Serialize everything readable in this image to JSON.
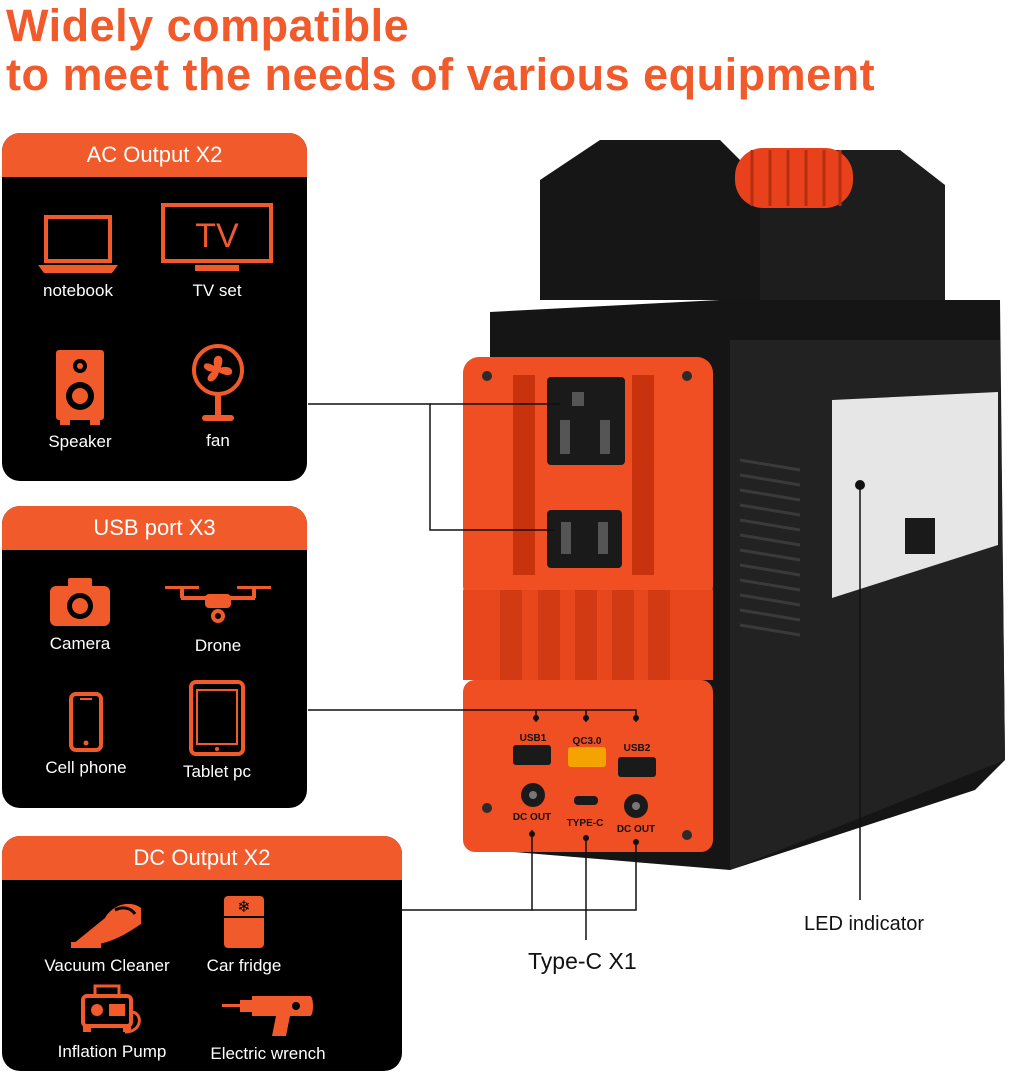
{
  "headline": {
    "line1": "Widely compatible",
    "line2": "to meet the needs of various equipment"
  },
  "panels": {
    "ac": {
      "title": "AC Output  X2",
      "items": [
        "notebook",
        "TV set",
        "Speaker",
        "fan"
      ],
      "tv_glyph": "TV"
    },
    "usb": {
      "title": "USB port  X3",
      "items": [
        "Camera",
        "Drone",
        "Cell phone",
        "Tablet pc"
      ]
    },
    "dc": {
      "title": "DC Output  X2",
      "items": [
        "Vacuum Cleaner",
        "Car fridge",
        "Inflation Pump",
        "Electric wrench"
      ]
    }
  },
  "device": {
    "port_labels": {
      "usb1": "USB1",
      "qc": "QC3.0",
      "usb2": "USB2",
      "dc_left": "DC OUT",
      "typec": "TYPE-C",
      "dc_right": "DC OUT"
    }
  },
  "callouts": {
    "typec": "Type-C  X1",
    "led": "LED indicator"
  },
  "colors": {
    "accent": "#f15a2a",
    "panel_bg": "#000000",
    "device_body": "#1a1a1a",
    "device_face": "#f04e23"
  }
}
